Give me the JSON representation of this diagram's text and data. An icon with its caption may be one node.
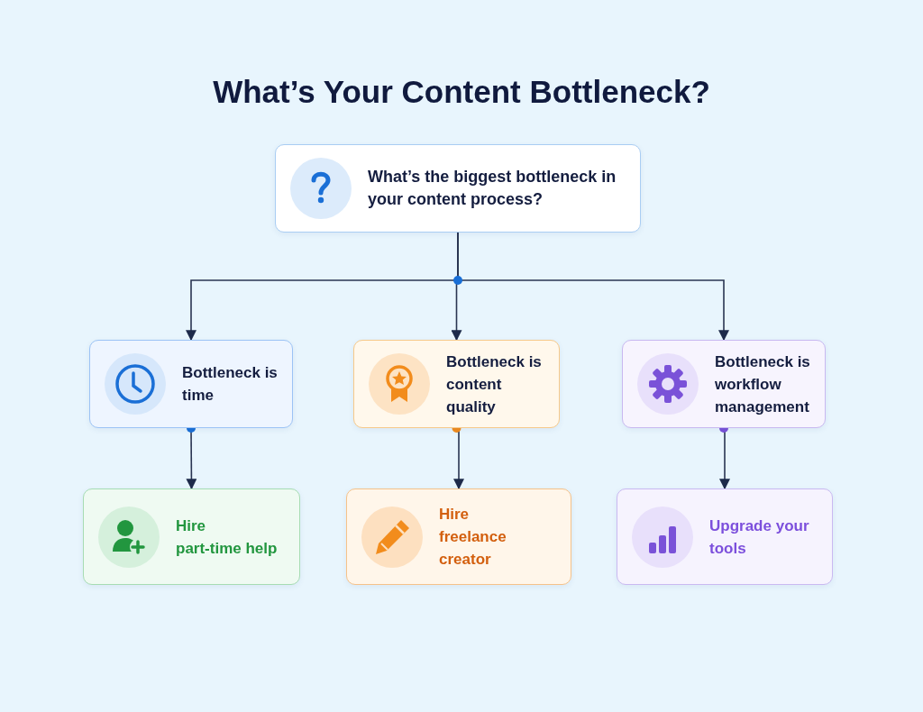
{
  "diagram": {
    "title": "What’s Your Content Bottleneck?",
    "nodes": [
      {
        "text": [
          "What’s the biggest bottleneck in your content process?"
        ]
      },
      {
        "text": [
          "Bottleneck is time"
        ]
      },
      {
        "text": [
          "Bottleneck is content quality"
        ]
      },
      {
        "text": [
          "Bottleneck is workflow management"
        ]
      },
      {
        "text": [
          "Hire",
          "part-time help"
        ]
      },
      {
        "text": [
          "Hire",
          "freelance creator"
        ]
      },
      {
        "text": [
          "Upgrade your tools"
        ]
      }
    ],
    "edges": [
      {
        "from": 0,
        "to": 1,
        "arrow": "to"
      },
      {
        "from": 0,
        "to": 2,
        "arrow": "to"
      },
      {
        "from": 0,
        "to": 3,
        "arrow": "to"
      },
      {
        "from": 1,
        "to": 4,
        "arrow": "to"
      },
      {
        "from": 2,
        "to": 5,
        "arrow": "to"
      },
      {
        "from": 3,
        "to": 6,
        "arrow": "to"
      }
    ]
  }
}
